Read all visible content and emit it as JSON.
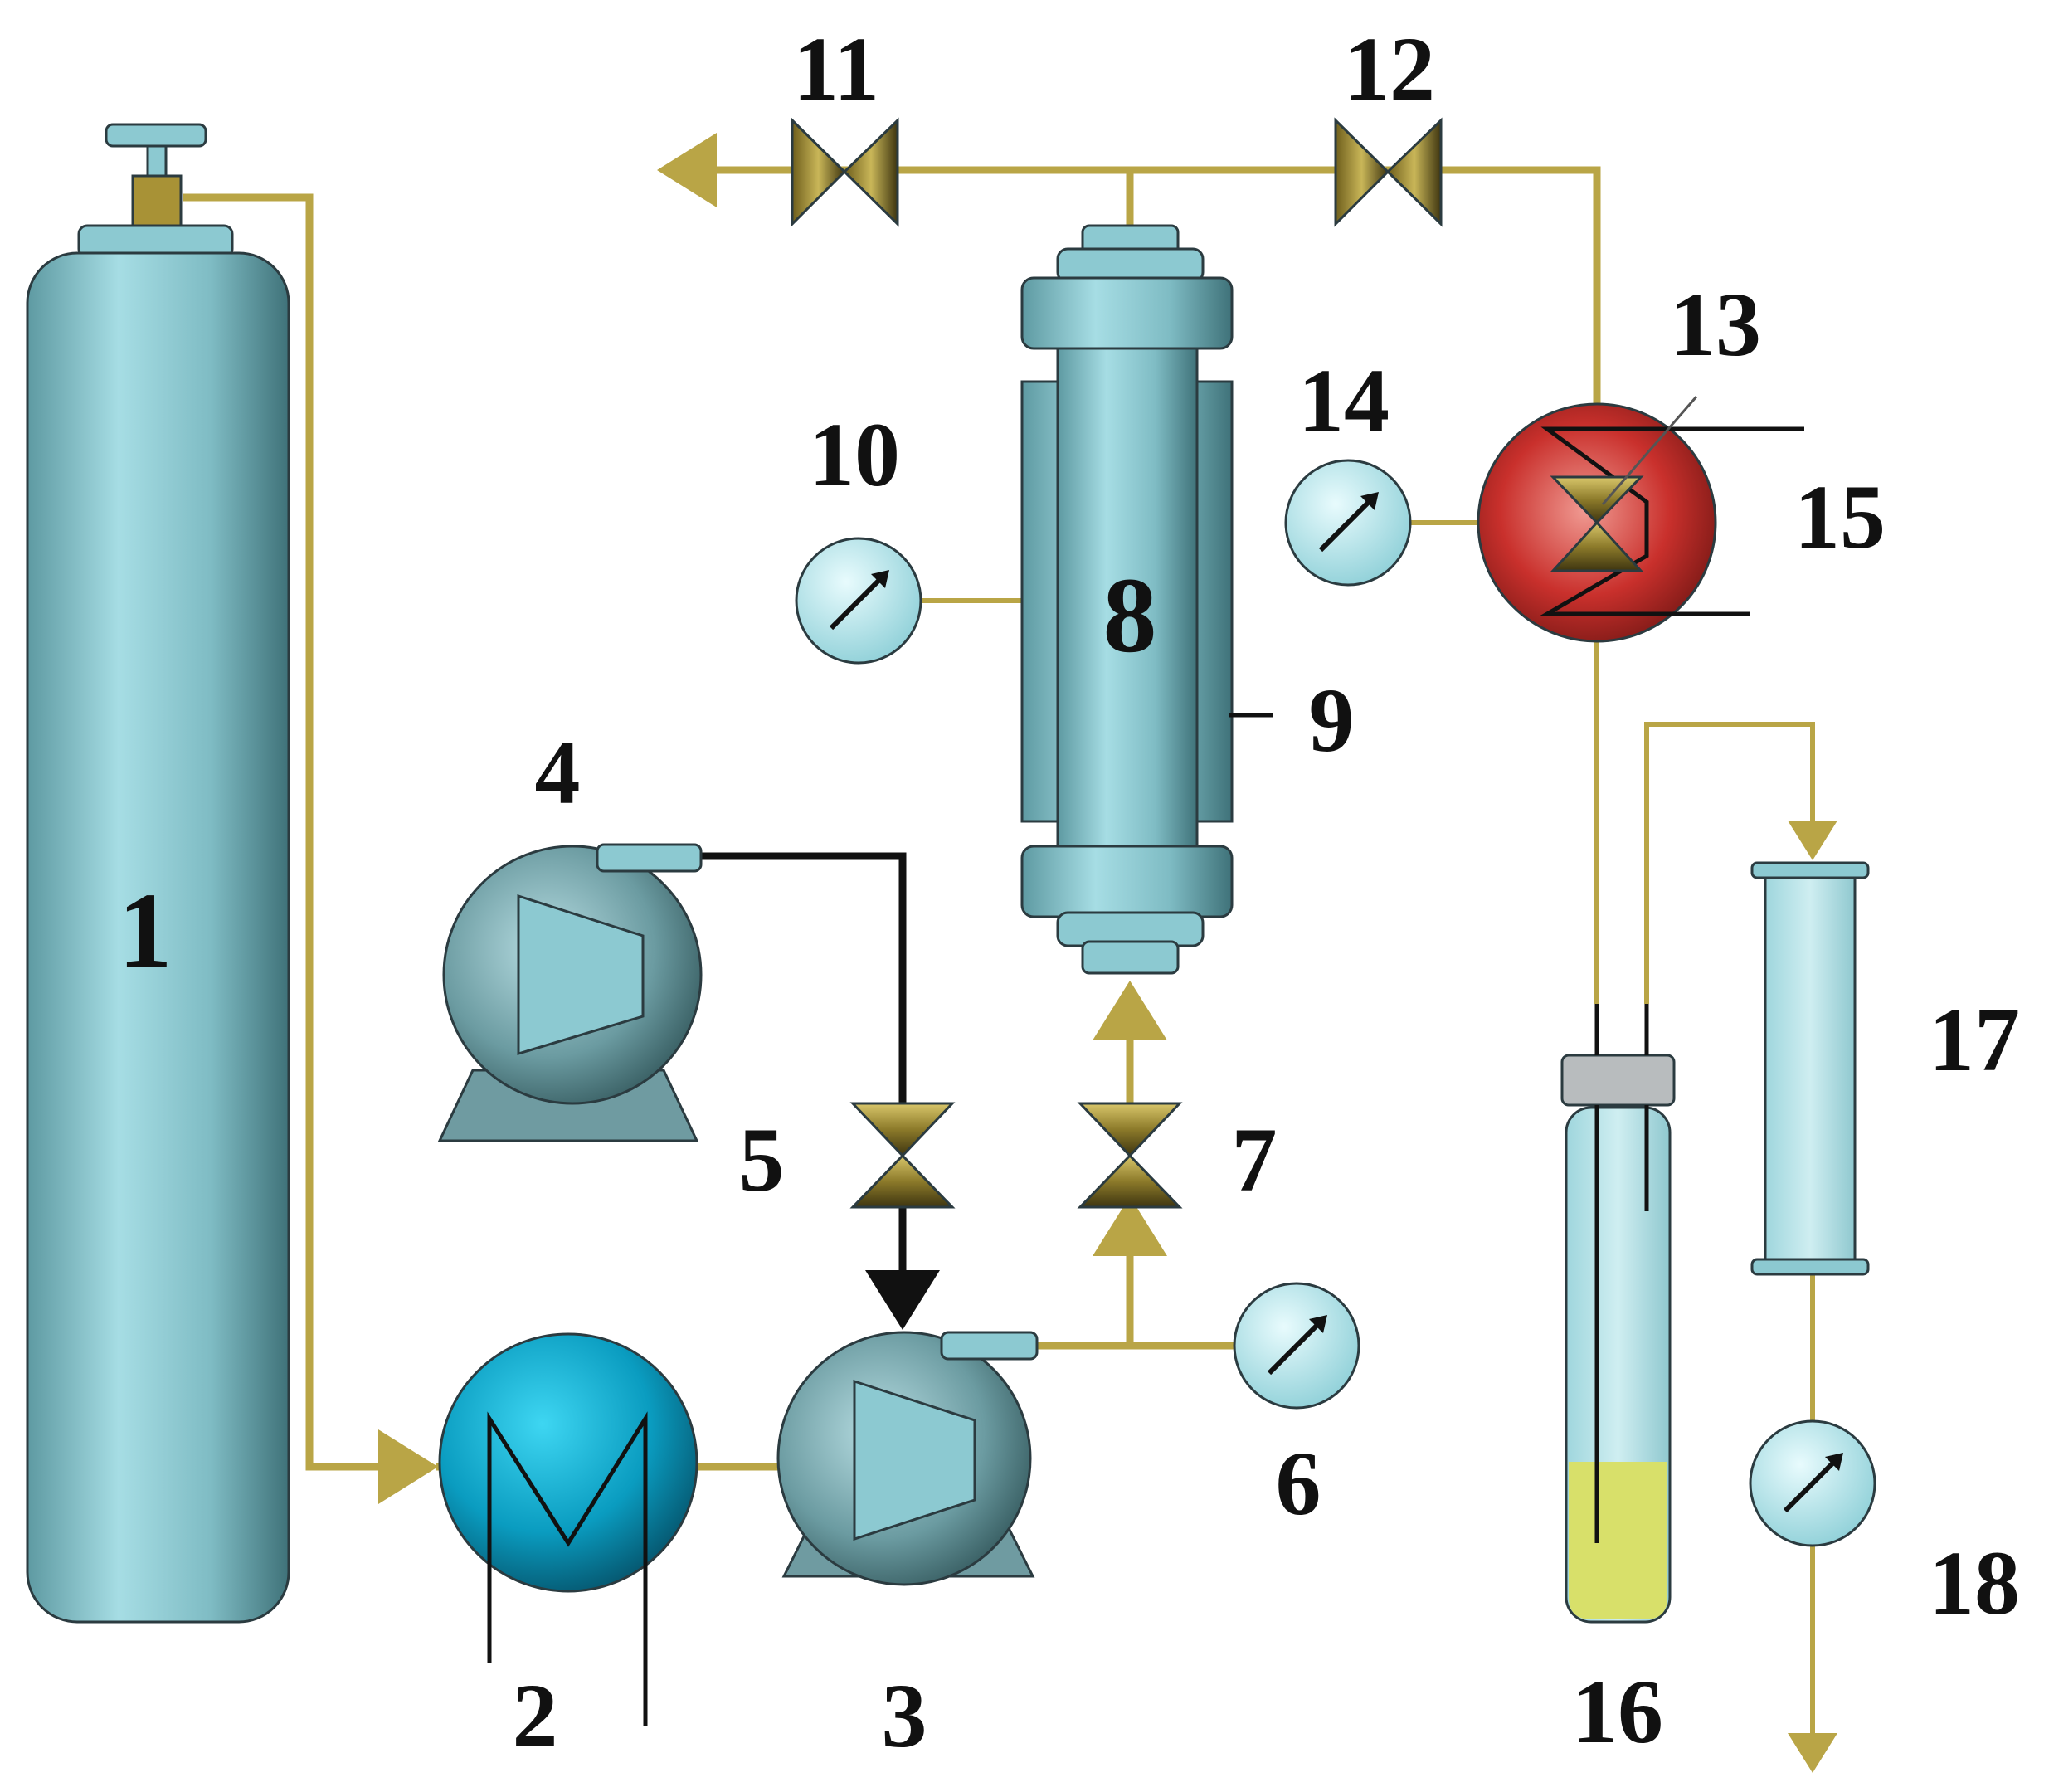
{
  "labels": {
    "n1": "1",
    "n2": "2",
    "n3": "3",
    "n4": "4",
    "n5": "5",
    "n6": "6",
    "n7": "7",
    "n8": "8",
    "n9": "9",
    "n10": "10",
    "n11": "11",
    "n12": "12",
    "n13": "13",
    "n14": "14",
    "n15": "15",
    "n16": "16",
    "n17": "17",
    "n18": "18"
  },
  "colors": {
    "pipe": "#b9a546",
    "vessel": "#8cc9d1",
    "pump": "#5b8a90",
    "cooler": "#0aa6c8",
    "heater": "#c9302c",
    "valve": "#8c7a2a",
    "liquid": "#d8e06a"
  }
}
